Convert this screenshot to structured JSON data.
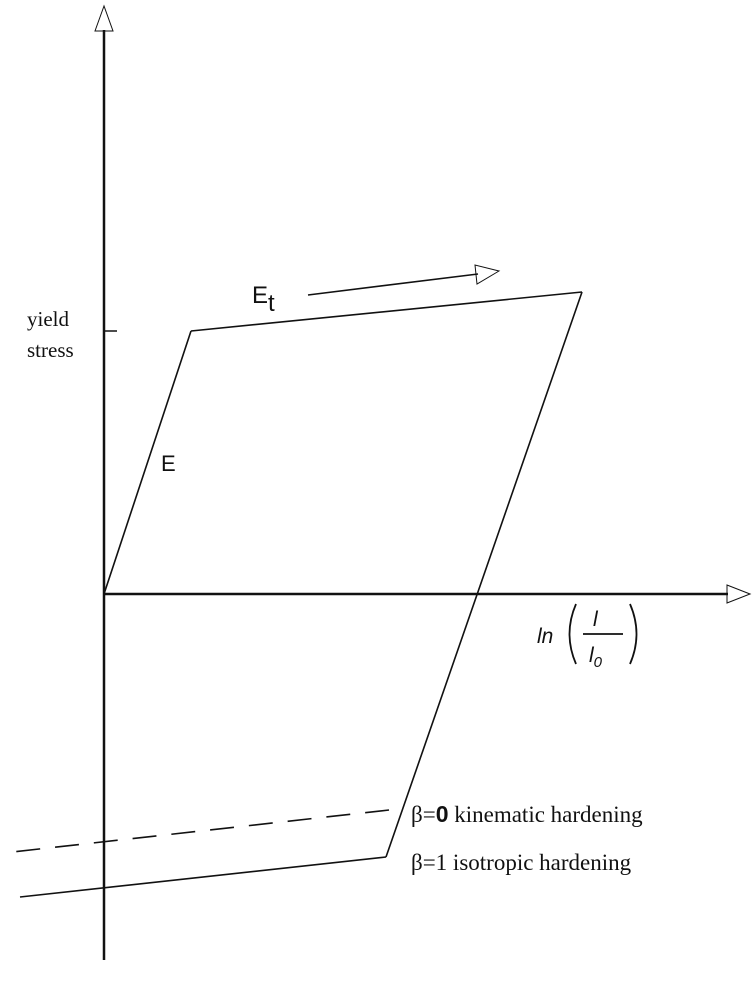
{
  "labels": {
    "yield_line1": "yield",
    "yield_line2": "stress",
    "elastic_modulus": "E",
    "tangent_modulus_base": "E",
    "tangent_modulus_sub": "t",
    "xaxis_ln": "ln",
    "xaxis_num": "l",
    "xaxis_den_base": "l",
    "xaxis_den_sub": "0",
    "beta0_symbol": "β",
    "beta0_eq": "=",
    "beta0_value": "0",
    "beta0_text": "kinematic hardening",
    "beta1_text": "β=1 isotropic hardening"
  }
}
